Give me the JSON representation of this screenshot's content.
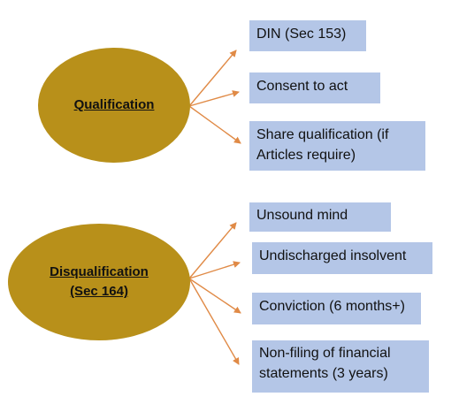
{
  "colors": {
    "ellipse_fill": "#b8901a",
    "box_fill": "#b4c6e7",
    "arrow": "#e08a46"
  },
  "qualification": {
    "title": "Qualification",
    "items": [
      "DIN (Sec 153)",
      "Consent to act",
      "Share qualification (if Articles require)"
    ]
  },
  "disqualification": {
    "title": "Disqualification",
    "subtitle": "(Sec 164)",
    "items": [
      "Unsound mind",
      "Undischarged insolvent",
      "Conviction (6 months+)",
      "Non-filing of financial statements (3 years)"
    ]
  }
}
